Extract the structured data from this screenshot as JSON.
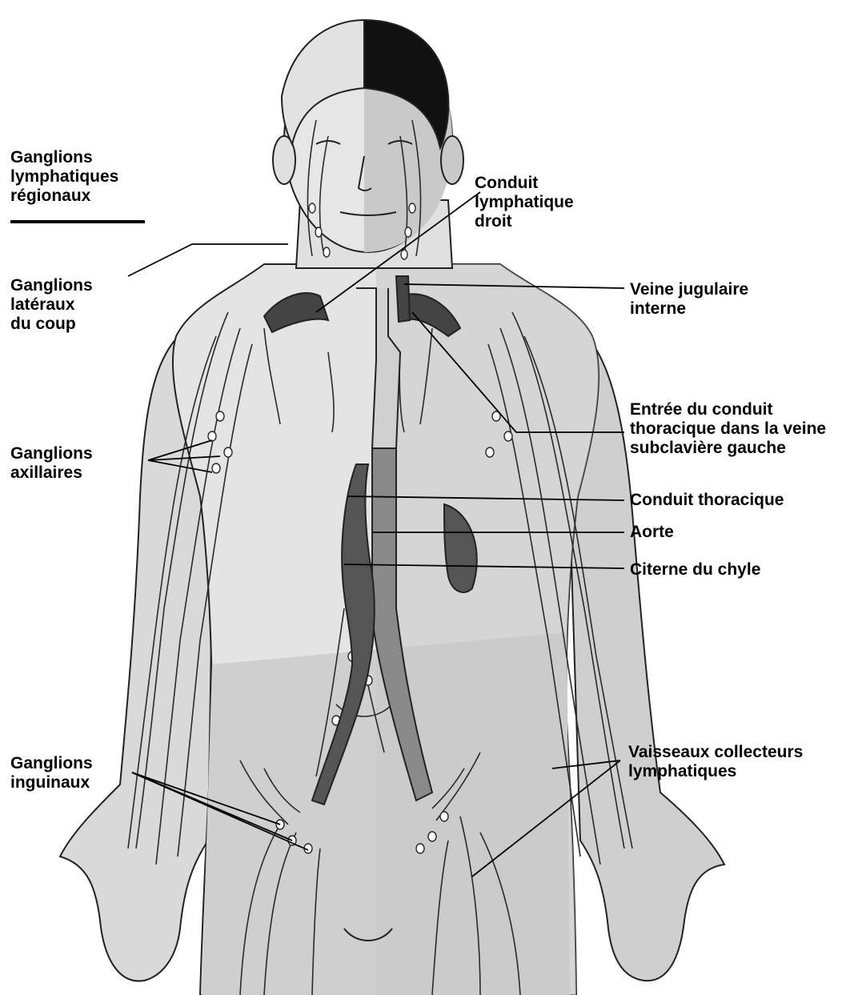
{
  "labels": {
    "regional_nodes": [
      "Ganglions",
      "lymphatiques",
      "régionaux"
    ],
    "lateral_neck_nodes": [
      "Ganglions",
      "latéraux",
      "du coup"
    ],
    "axillary_nodes": [
      "Ganglions",
      "axillaires"
    ],
    "inguinal_nodes": [
      "Ganglions",
      "inguinaux"
    ],
    "right_lymphatic_duct": [
      "Conduit",
      "lymphatique",
      "droit"
    ],
    "internal_jugular_vein": [
      "Veine jugulaire",
      "interne"
    ],
    "thoracic_duct_entry": [
      "Entrée du conduit",
      "thoracique dans la veine",
      "subclavière gauche"
    ],
    "thoracic_duct": [
      "Conduit thoracique"
    ],
    "aorta": [
      "Aorte"
    ],
    "cisterna_chyli": [
      "Citerne du chyle"
    ],
    "collecting_vessels": [
      "Vaisseaux collecteurs",
      "lymphatiques"
    ]
  },
  "colors": {
    "skin_light": "#ececec",
    "skin_mid": "#d6d6d6",
    "skin_dark": "#c4c4c4",
    "vessel": "#2a2a2a",
    "node_fill": "#ffffff",
    "dark_structure": "#4a4a4a",
    "hair": "#111111"
  }
}
